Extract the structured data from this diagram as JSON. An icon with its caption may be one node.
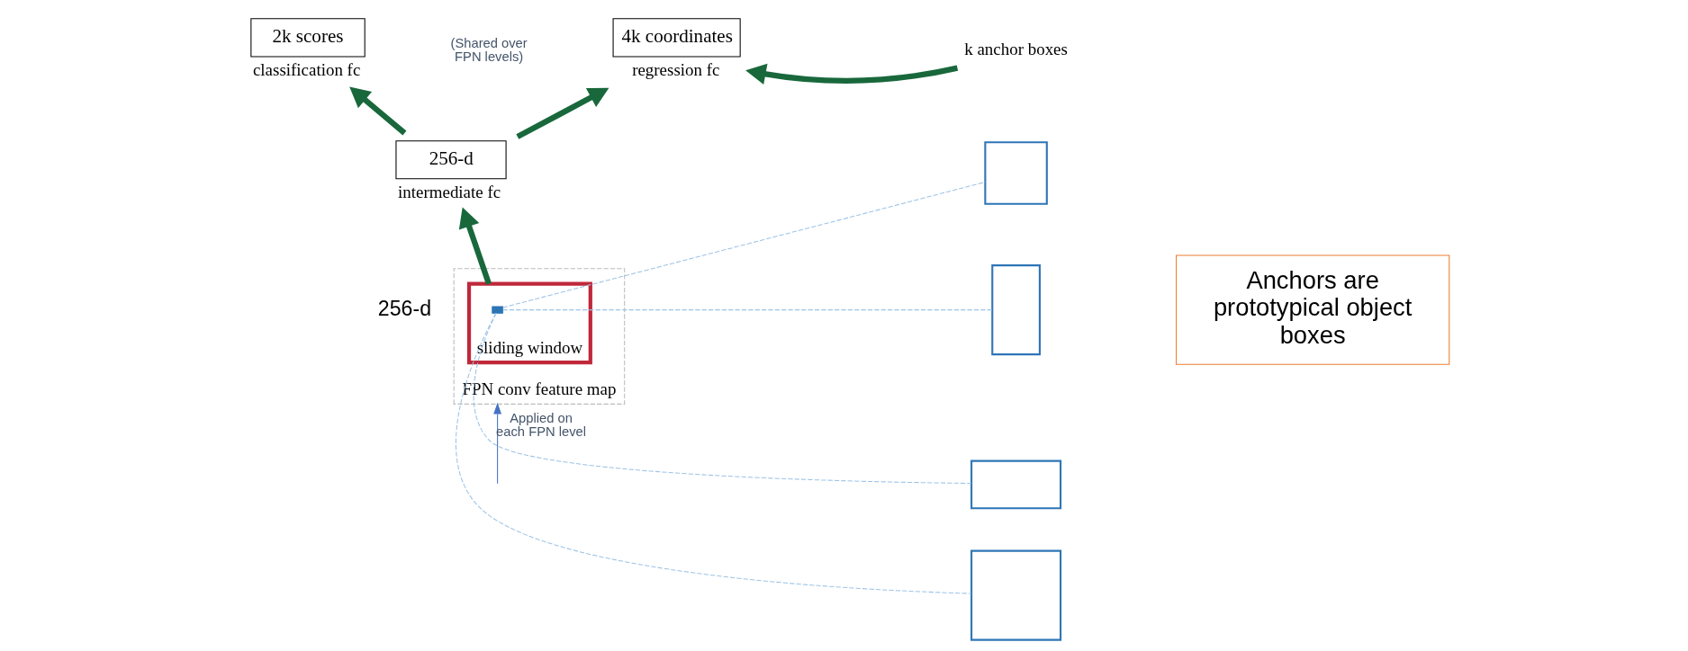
{
  "diagram": {
    "nodes": [
      {
        "text": [
          "2k scores"
        ],
        "beside": [
          "classification fc"
        ]
      },
      {
        "text": [
          "4k coordinates"
        ],
        "beside": [
          "regression fc"
        ]
      },
      {
        "text": [
          "256-d"
        ],
        "beside": [
          "intermediate fc"
        ]
      },
      {
        "text": [
          "FPN conv feature map"
        ]
      },
      {
        "text": [
          "sliding window"
        ],
        "in": 3
      },
      {
        "text": [],
        "shape": "box",
        "in": 4
      },
      {
        "text": [
          "k anchor boxes"
        ]
      },
      {
        "text": [],
        "shape": "box"
      },
      {
        "text": [],
        "shape": "box"
      },
      {
        "text": [],
        "shape": "box"
      },
      {
        "text": [],
        "shape": "box"
      },
      {
        "text": [
          "Anchors are prototypical object boxes"
        ]
      }
    ],
    "edges": [
      {
        "from": 2,
        "to": 0,
        "arrow": "to",
        "style": "thick",
        "color": "#19683c"
      },
      {
        "from": 2,
        "to": 1,
        "arrow": "to",
        "style": "thick",
        "color": "#19683c"
      },
      {
        "from": 4,
        "to": 2,
        "arrow": "to",
        "style": "thick",
        "color": "#19683c"
      },
      {
        "from": 6,
        "to": 1,
        "arrow": "to",
        "style": "thick",
        "color": "#19683c"
      },
      {
        "from": 5,
        "to": 7,
        "arrow": "none",
        "style": "dashed",
        "color": "#9dc3e6"
      },
      {
        "from": 5,
        "to": 8,
        "arrow": "none",
        "style": "dashed",
        "color": "#9dc3e6"
      },
      {
        "from": 5,
        "to": 9,
        "arrow": "none",
        "style": "dashed",
        "color": "#9dc3e6"
      },
      {
        "from": 5,
        "to": 10,
        "arrow": "none",
        "style": "dashed",
        "color": "#9dc3e6"
      },
      {
        "from": null,
        "to": 3,
        "arrow": "to",
        "label": "Applied on each FPN level",
        "color": "#4472c4"
      }
    ],
    "labels": [
      "(Shared over FPN levels)",
      "256-d"
    ]
  }
}
